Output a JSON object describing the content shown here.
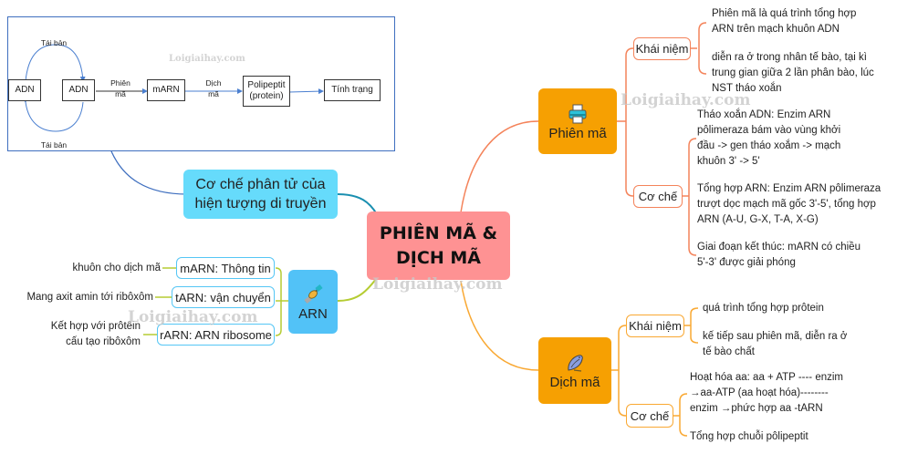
{
  "watermark": "Loigiaihay.com",
  "flow_diagram": {
    "replicate_top": "Tái bản",
    "replicate_bottom": "Tái bản",
    "adn_1": "ADN",
    "adn_2": "ADN",
    "transcription_label": "Phiên\nmã",
    "marn": "mARN",
    "translation_label": "Dịch\nmã",
    "polypeptide": "Polipeptit\n(protein)",
    "trait": "Tính trạng"
  },
  "center": {
    "label": "PHIÊN MÃ &\nDỊCH MÃ",
    "color": "#fe9293"
  },
  "topic_mechanism": {
    "label": "Cơ chế phân tử của\nhiện tượng di truyền",
    "color": "#66dbfb"
  },
  "arn": {
    "label": "ARN",
    "icon": "dna-icon",
    "color": "#52c2f7",
    "items": [
      {
        "label": "mARN: Thông tin",
        "note": "khuôn cho dịch mã"
      },
      {
        "label": "tARN: vận chuyển",
        "note": "Mang axit amin tới ribôxôm"
      },
      {
        "label": "rARN: ARN ribosome",
        "note": "Kết hợp với prôtêin\ncấu tạo ribôxôm"
      }
    ]
  },
  "transcription": {
    "label": "Phiên mã",
    "icon": "printer-icon",
    "color": "#f6a002",
    "line_color": "#f4835a",
    "concept": {
      "label": "Khái niệm",
      "items": [
        "Phiên mã là quá trình tổng hợp\nARN trên mạch khuôn ADN",
        "diễn ra ở trong nhân tế bào, tại kì\ntrung gian giữa 2 lần phân bào, lúc\nNST tháo xoắn"
      ]
    },
    "mechanism": {
      "label": "Cơ chế",
      "items": [
        "Tháo xoắn ADN: Enzim ARN\npôlimeraza bám vào vùng khởi\nđầu -> gen tháo xoắm -> mạch\nkhuôn 3' -> 5'",
        "Tổng hợp ARN: Enzim ARN pôlimeraza\ntrượt dọc mạch mã gốc 3'-5', tổng hợp\nARN (A-U, G-X, T-A, X-G)",
        "Giai đoạn kết thúc: mARN có chiều\n5'-3' được giải phóng"
      ]
    }
  },
  "translation": {
    "label": "Dịch mã",
    "icon": "bird-icon",
    "color": "#f6a002",
    "line_color": "#f9a832",
    "concept": {
      "label": "Khái niệm",
      "items": [
        "quá trình tổng hợp prôtein",
        "kế tiếp sau phiên mã, diễn ra ở\ntế bào chất"
      ]
    },
    "mechanism": {
      "label": "Cơ chế",
      "items": [
        "Hoạt hóa aa:  aa + ATP ---- enzim\n→aa-ATP (aa hoạt hóa)--------\nenzim →phức hợp aa -tARN",
        "Tổng hợp chuỗi pôlipeptit"
      ]
    }
  }
}
